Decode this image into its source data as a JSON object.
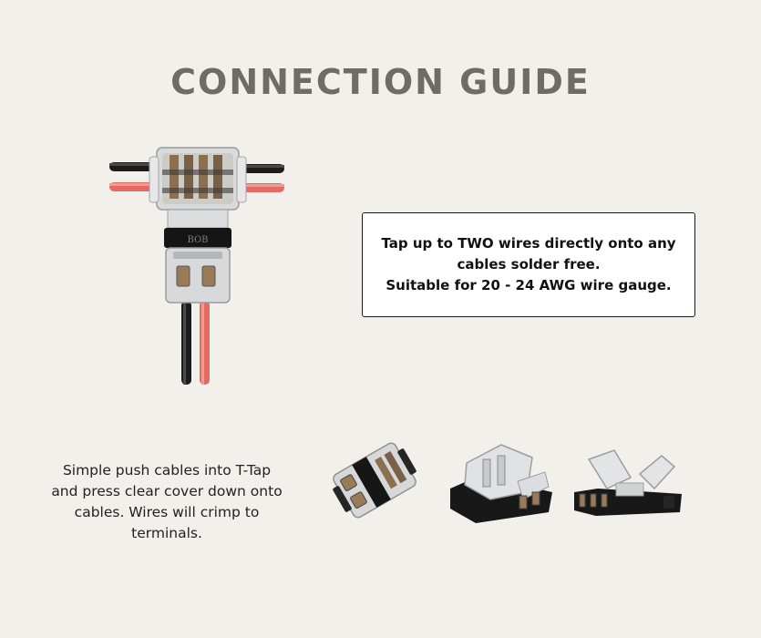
{
  "page": {
    "title": "Connection Guide"
  },
  "info": {
    "line1": "Tap up to TWO wires directly onto any",
    "line2": "cables solder free.",
    "line3": "Suitable for 20 - 24 AWG wire gauge."
  },
  "instructions": {
    "text": "Simple push cables into T-Tap and press clear cover down onto cables. Wires will crimp to terminals."
  },
  "connector_label": "BOB",
  "colors": {
    "background": "#f2f0eb",
    "title": "#6d6c67",
    "wire_red": "#e46a62",
    "wire_black": "#1c1c1c",
    "housing_black": "#151515"
  }
}
